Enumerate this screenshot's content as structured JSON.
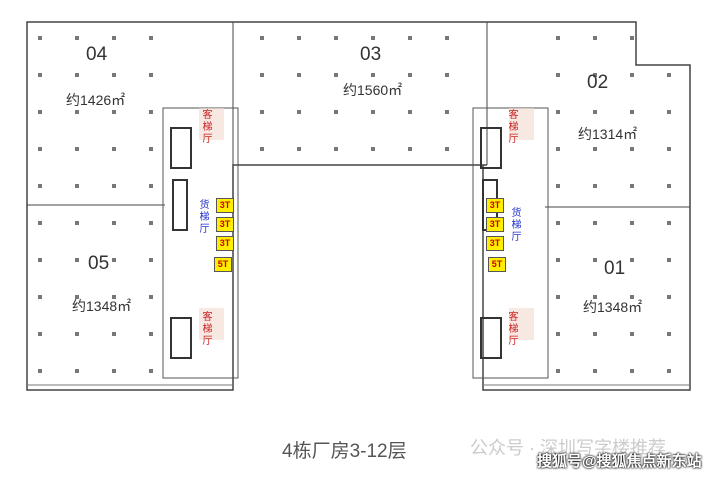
{
  "units": [
    {
      "id": "04",
      "area": "约1426㎡"
    },
    {
      "id": "03",
      "area": "约1560㎡"
    },
    {
      "id": "02",
      "area": "约1314㎡"
    },
    {
      "id": "05",
      "area": "约1348㎡"
    },
    {
      "id": "01",
      "area": "约1348㎡"
    }
  ],
  "core": {
    "passenger_hall": "客梯厅",
    "freight_hall": "货梯厅",
    "lifts": [
      "3T",
      "3T",
      "3T",
      "5T"
    ]
  },
  "caption": "4栋厂房3-12层",
  "watermark": "公众号 · 深圳写字楼推荐",
  "watermark2": "搜狐号@搜狐焦点新东站",
  "colors": {
    "lift": "#ffee00",
    "passenger": "#cc2222",
    "freight": "#2233cc"
  }
}
